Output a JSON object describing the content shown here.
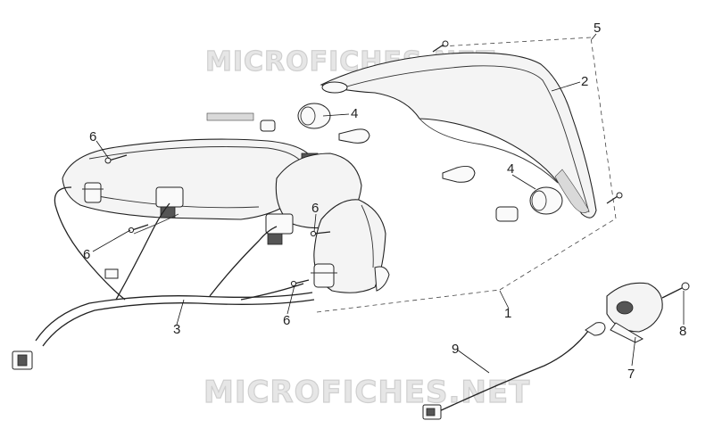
{
  "watermarks": [
    "MICROFICHES.NET",
    "MICROFICHES.NET"
  ],
  "callouts": [
    {
      "key": "c5",
      "label": "5"
    },
    {
      "key": "c2",
      "label": "2"
    },
    {
      "key": "c4a",
      "label": "4"
    },
    {
      "key": "c4b",
      "label": "4"
    },
    {
      "key": "c6a",
      "label": "6"
    },
    {
      "key": "c6b",
      "label": "6"
    },
    {
      "key": "c6c",
      "label": "6"
    },
    {
      "key": "c6d",
      "label": "6"
    },
    {
      "key": "c3",
      "label": "3"
    },
    {
      "key": "c1",
      "label": "1"
    },
    {
      "key": "c9",
      "label": "9"
    },
    {
      "key": "c7",
      "label": "7"
    },
    {
      "key": "c8",
      "label": "8"
    }
  ]
}
